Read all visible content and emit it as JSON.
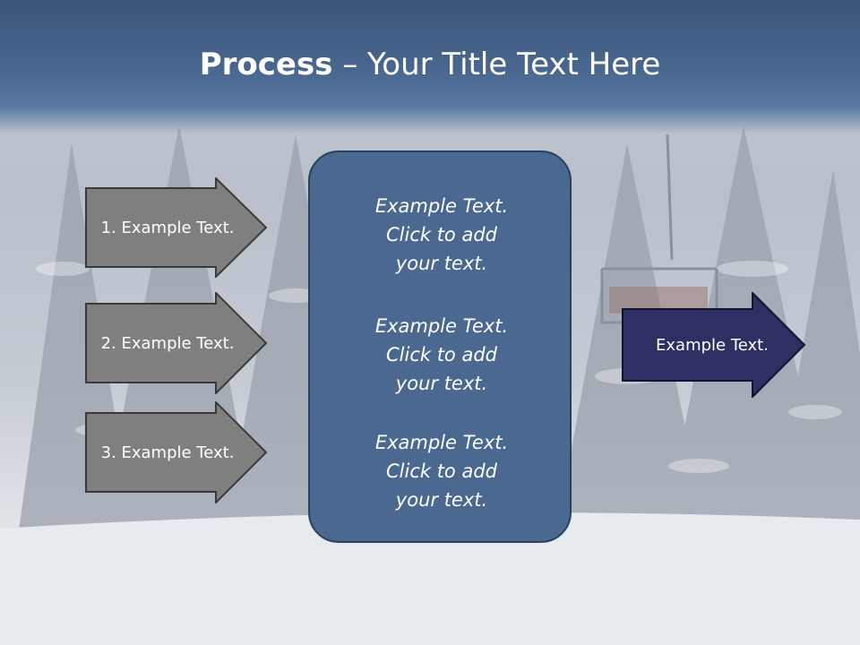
{
  "title": {
    "bold": "Process",
    "rest": " – Your Title Text Here"
  },
  "left_arrows": [
    {
      "label": "1. Example Text."
    },
    {
      "label": "2. Example Text."
    },
    {
      "label": "3. Example Text."
    }
  ],
  "center_box": {
    "items": [
      {
        "text": "Example Text.\nClick  to add\nyour text."
      },
      {
        "text": "Example Text.\nClick  to add\nyour text."
      },
      {
        "text": "Example Text.\nClick  to add\nyour text."
      }
    ]
  },
  "right_arrow": {
    "label": "Example Text."
  },
  "colors": {
    "title_band": "#4a6890",
    "left_arrow_fill": "#7f7f7f",
    "center_box_fill": "#4a6890",
    "right_arrow_fill": "#2e2f62"
  }
}
